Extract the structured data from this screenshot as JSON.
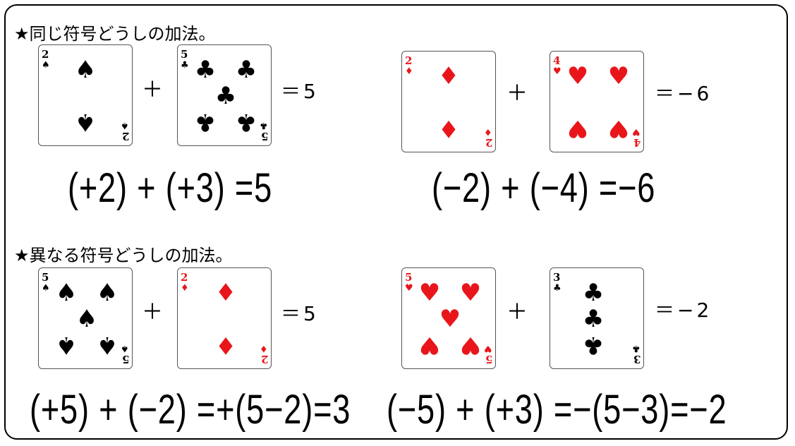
{
  "section1": {
    "heading": "★同じ符号どうしの加法。",
    "left": {
      "card1": {
        "rank": "2",
        "suit": "♠",
        "color": "black"
      },
      "plus": "＋",
      "card2": {
        "rank": "5",
        "suit": "♣",
        "color": "black"
      },
      "result": "＝5",
      "equation": "(+2) + (+3) =5"
    },
    "right": {
      "card1": {
        "rank": "2",
        "suit": "♦",
        "color": "red"
      },
      "plus": "＋",
      "card2": {
        "rank": "4",
        "suit": "♥",
        "color": "red"
      },
      "result": "＝−6",
      "equation": "(−2) + (−4) =−6"
    }
  },
  "section2": {
    "heading": "★異なる符号どうしの加法。",
    "left": {
      "card1": {
        "rank": "5",
        "suit": "♠",
        "color": "black"
      },
      "plus": "＋",
      "card2": {
        "rank": "2",
        "suit": "♦",
        "color": "red"
      },
      "result": "＝5",
      "equation": "(+5) + (−2) =+(5−2)=3"
    },
    "right": {
      "card1": {
        "rank": "5",
        "suit": "♥",
        "color": "red"
      },
      "plus": "＋",
      "card2": {
        "rank": "3",
        "suit": "♣",
        "color": "black"
      },
      "result": "＝−2",
      "equation": "(−5) + (+3) =−(5−3)=−2"
    }
  },
  "colors": {
    "red_suit": "#e8161b",
    "black_suit": "#000000",
    "frame": "#000000"
  }
}
